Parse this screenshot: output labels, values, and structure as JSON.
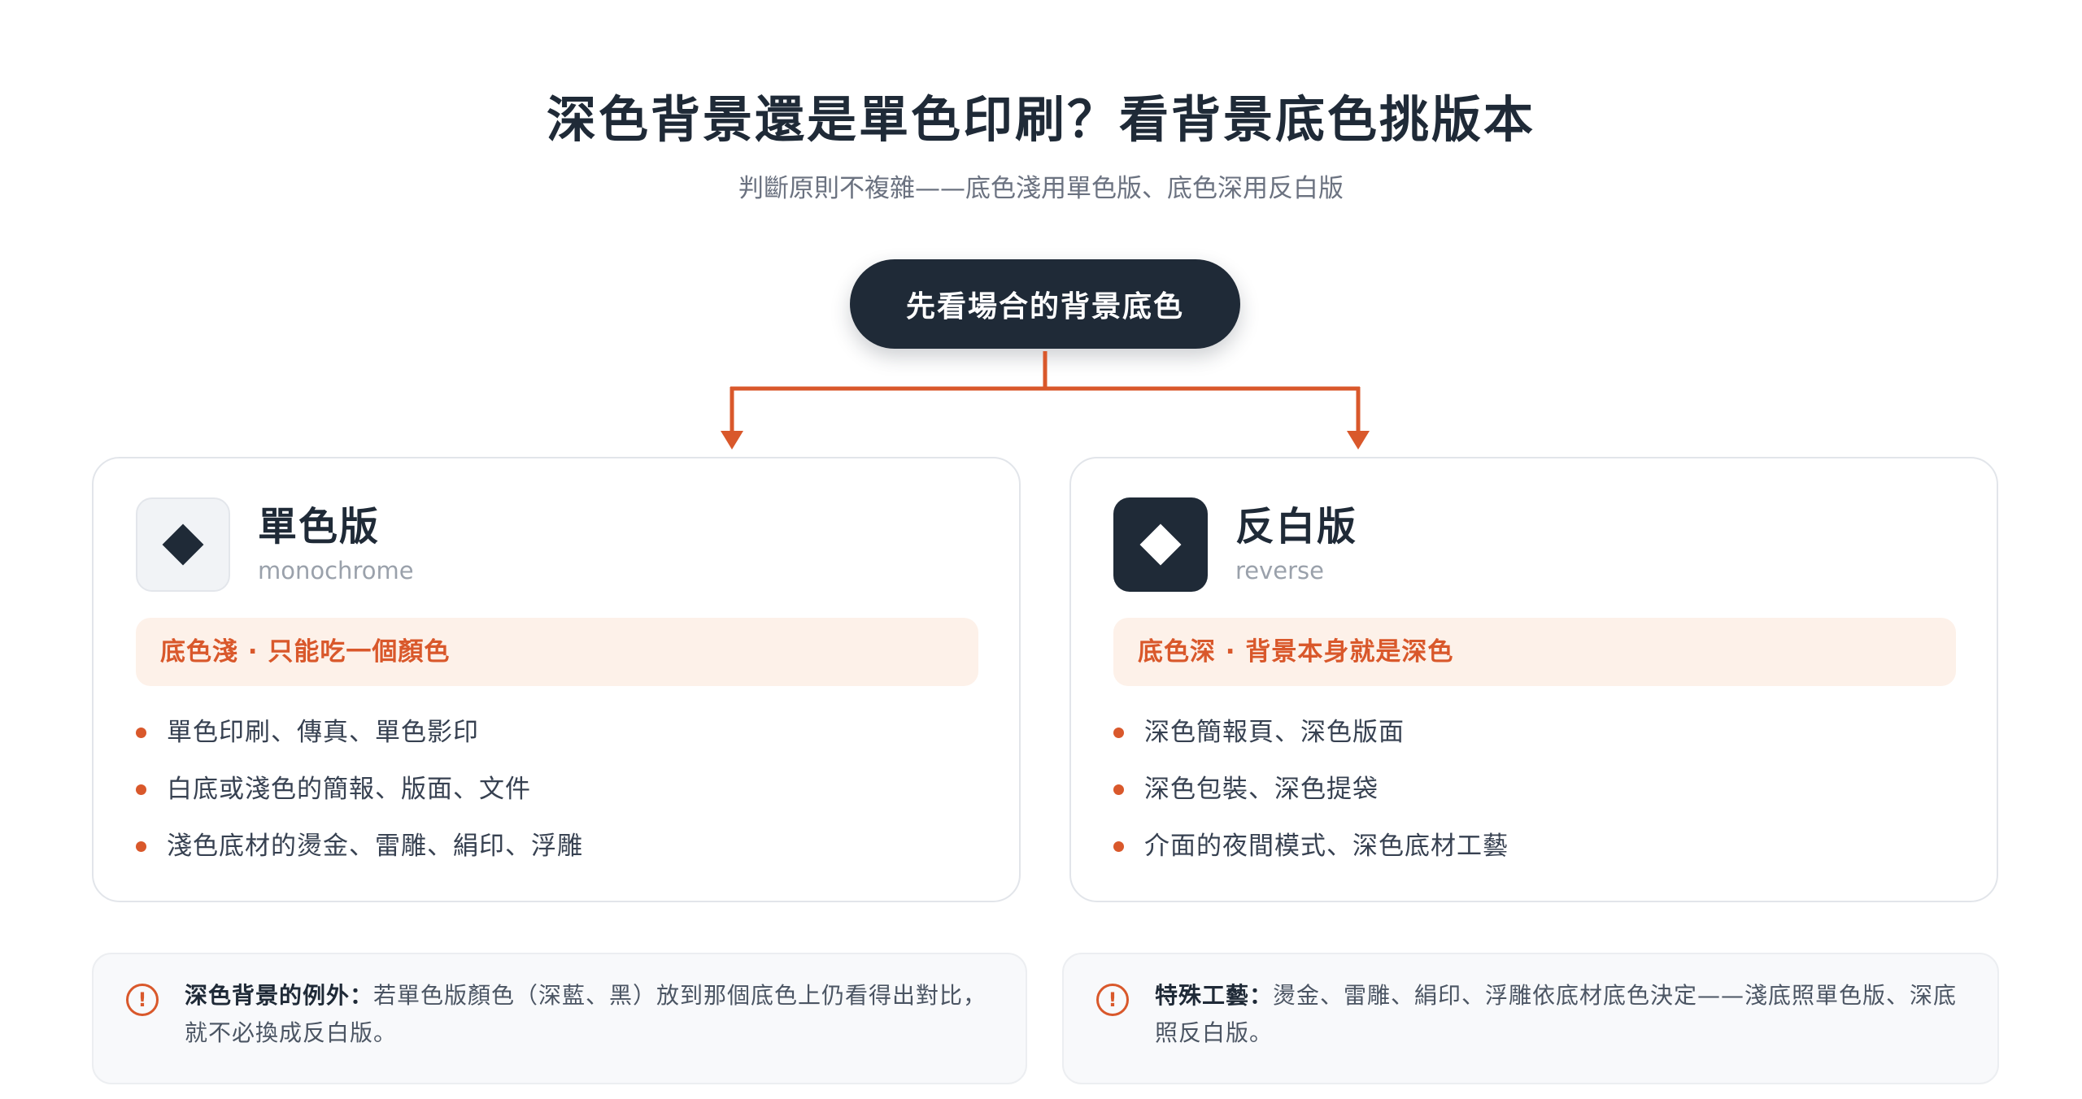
{
  "header": {
    "title": "深色背景還是單色印刷？看背景底色挑版本",
    "subtitle": "判斷原則不複雜——底色淺用單色版、底色深用反白版"
  },
  "root": {
    "label": "先看場合的背景底色"
  },
  "colors": {
    "accent": "#d9582b",
    "dark": "#1f2a37",
    "tag_bg": "#fdf1e9"
  },
  "cards": [
    {
      "title": "單色版",
      "subtitle": "monochrome",
      "icon": "diamond-icon",
      "tag": "底色淺 · 只能吃一個顏色",
      "items": [
        "單色印刷、傳真、單色影印",
        "白底或淺色的簡報、版面、文件",
        "淺色底材的燙金、雷雕、絹印、浮雕"
      ]
    },
    {
      "title": "反白版",
      "subtitle": "reverse",
      "icon": "diamond-icon",
      "tag": "底色深 · 背景本身就是深色",
      "items": [
        "深色簡報頁、深色版面",
        "深色包裝、深色提袋",
        "介面的夜間模式、深色底材工藝"
      ]
    }
  ],
  "notes": [
    {
      "icon": "exclamation-icon",
      "icon_glyph": "!",
      "label": "深色背景的例外：",
      "text": "若單色版顏色（深藍、黑）放到那個底色上仍看得出對比，就不必換成反白版。"
    },
    {
      "icon": "exclamation-icon",
      "icon_glyph": "!",
      "label": "特殊工藝：",
      "text": "燙金、雷雕、絹印、浮雕依底材底色決定——淺底照單色版、深底照反白版。"
    }
  ]
}
